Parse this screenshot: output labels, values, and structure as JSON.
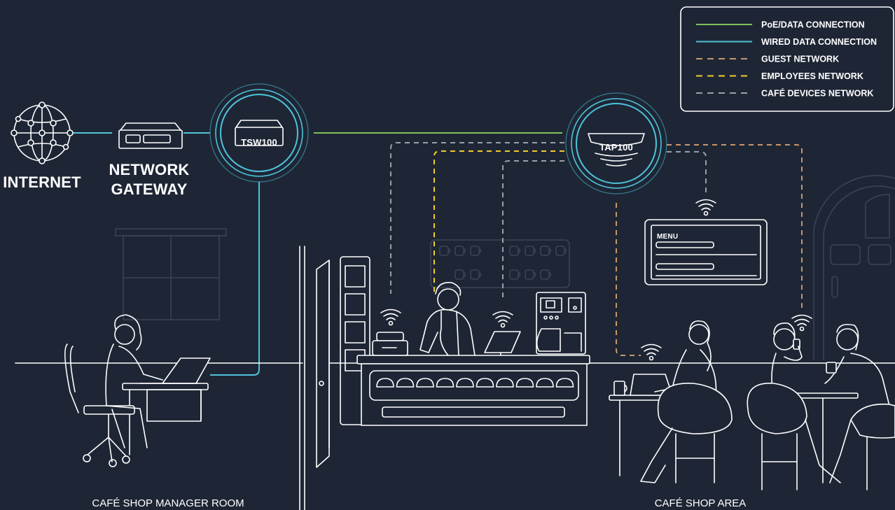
{
  "colors": {
    "background": "#1e2635",
    "poe": "#7cc25a",
    "wired": "#4fc3dc",
    "guest": "#c7976a",
    "employees": "#f2cc2e",
    "cafe_devices": "#9aa0a8"
  },
  "nodes": {
    "internet": "INTERNET",
    "gateway_line1": "NETWORK",
    "gateway_line2": "GATEWAY",
    "switch": "TSW100",
    "access_point": "TAP100",
    "menu": "MENU"
  },
  "legend": [
    {
      "label": "PoE/DATA CONNECTION",
      "style": "solid",
      "color": "#7cc25a"
    },
    {
      "label": "WIRED DATA CONNECTION",
      "style": "solid",
      "color": "#4fc3dc"
    },
    {
      "label": "GUEST NETWORK",
      "style": "dashed",
      "color": "#c7976a"
    },
    {
      "label": "EMPLOYEES NETWORK",
      "style": "dashed",
      "color": "#f2cc2e"
    },
    {
      "label": "CAFÉ DEVICES NETWORK",
      "style": "dashed",
      "color": "#9aa0a8"
    }
  ],
  "rooms": {
    "manager": "CAFÉ SHOP MANAGER ROOM",
    "area": "CAFÉ SHOP AREA"
  },
  "icons": [
    "globe-icon",
    "gateway-icon",
    "switch-icon",
    "access-point-icon",
    "wifi-icon",
    "laptop-icon",
    "pos-terminal-icon",
    "coffee-machine-icon",
    "cash-register-icon",
    "menu-display-icon"
  ]
}
